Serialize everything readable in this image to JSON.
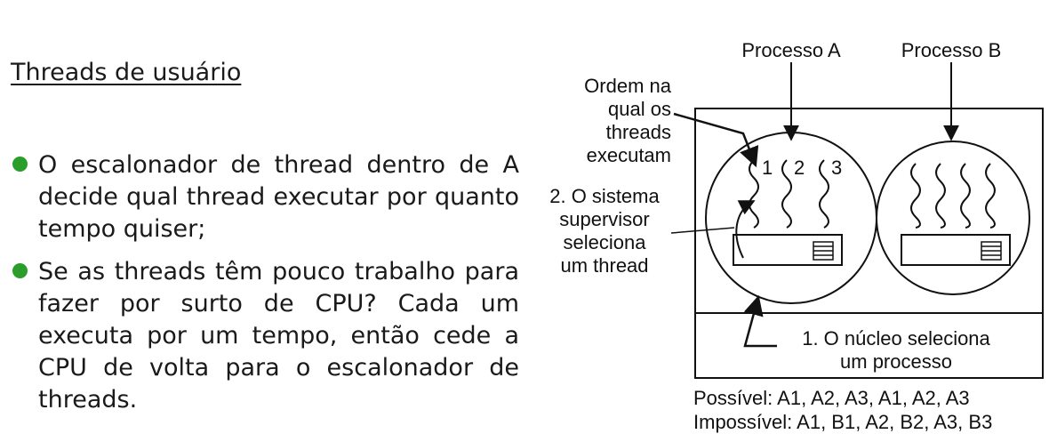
{
  "title": "Threads de usuário",
  "bullets": [
    "O escalonador de thread dentro de A decide qual thread executar por quanto tempo quiser;",
    "Se as threads têm pouco trabalho para fazer por surto de CPU? Cada um executa por um tempo, então cede a CPU de volta para o escalonador de threads."
  ],
  "diagram": {
    "process_a": "Processo A",
    "process_b": "Processo B",
    "order_label": [
      "Ordem na",
      "qual os",
      "threads",
      "executam"
    ],
    "supervisor_label": [
      "2. O sistema",
      "supervisor",
      "seleciona",
      "um thread"
    ],
    "kernel_label": [
      "1. O núcleo seleciona",
      "um processo"
    ],
    "thread_numbers": [
      "1",
      "2",
      "3"
    ],
    "possible": "Possível: A1, A2, A3, A1, A2, A3",
    "impossible": "Impossível: A1, B1, A2, B2, A3, B3"
  }
}
